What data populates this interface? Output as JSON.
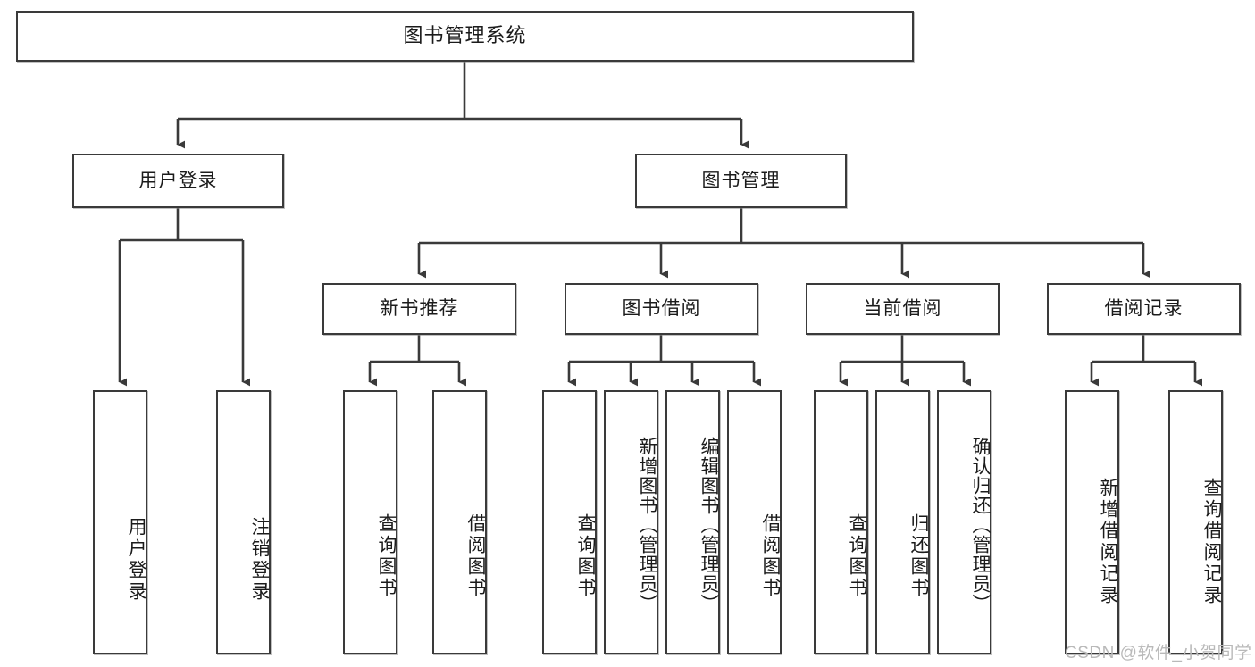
{
  "diagram": {
    "title": "图书管理系统",
    "type": "hierarchy-tree",
    "levels": {
      "root": {
        "label": "图书管理系统"
      },
      "level2": [
        {
          "id": "user-login",
          "label": "用户登录"
        },
        {
          "id": "book-manage",
          "label": "图书管理"
        }
      ],
      "level3": [
        {
          "id": "new-book-recommend",
          "label": "新书推荐"
        },
        {
          "id": "book-borrow",
          "label": "图书借阅"
        },
        {
          "id": "current-borrow",
          "label": "当前借阅"
        },
        {
          "id": "borrow-record",
          "label": "借阅记录"
        }
      ],
      "leaves": [
        {
          "id": "leaf-user-login",
          "label": "用户登录"
        },
        {
          "id": "leaf-logout-login",
          "label": "注销登录"
        },
        {
          "id": "leaf-query-book-1",
          "label": "查询图书"
        },
        {
          "id": "leaf-borrow-book-1",
          "label": "借阅图书"
        },
        {
          "id": "leaf-query-book-2",
          "label": "查询图书"
        },
        {
          "id": "leaf-add-book-admin",
          "label": "新增图书（管理员）"
        },
        {
          "id": "leaf-edit-book-admin",
          "label": "编辑图书（管理员）"
        },
        {
          "id": "leaf-borrow-book-2",
          "label": "借阅图书"
        },
        {
          "id": "leaf-query-book-3",
          "label": "查询图书"
        },
        {
          "id": "leaf-return-book",
          "label": "归还图书"
        },
        {
          "id": "leaf-confirm-return-admin",
          "label": "确认归还（管理员）"
        },
        {
          "id": "leaf-add-borrow-record",
          "label": "新增借阅记录"
        },
        {
          "id": "leaf-query-borrow-record",
          "label": "查询借阅记录"
        }
      ]
    },
    "colors": {
      "border": "#3a3a3a",
      "background": "#ffffff",
      "text": "#1b1b1b",
      "watermark": "#b9b9b9"
    }
  },
  "watermark": {
    "text": "CSDN @软件_小贺同学"
  }
}
